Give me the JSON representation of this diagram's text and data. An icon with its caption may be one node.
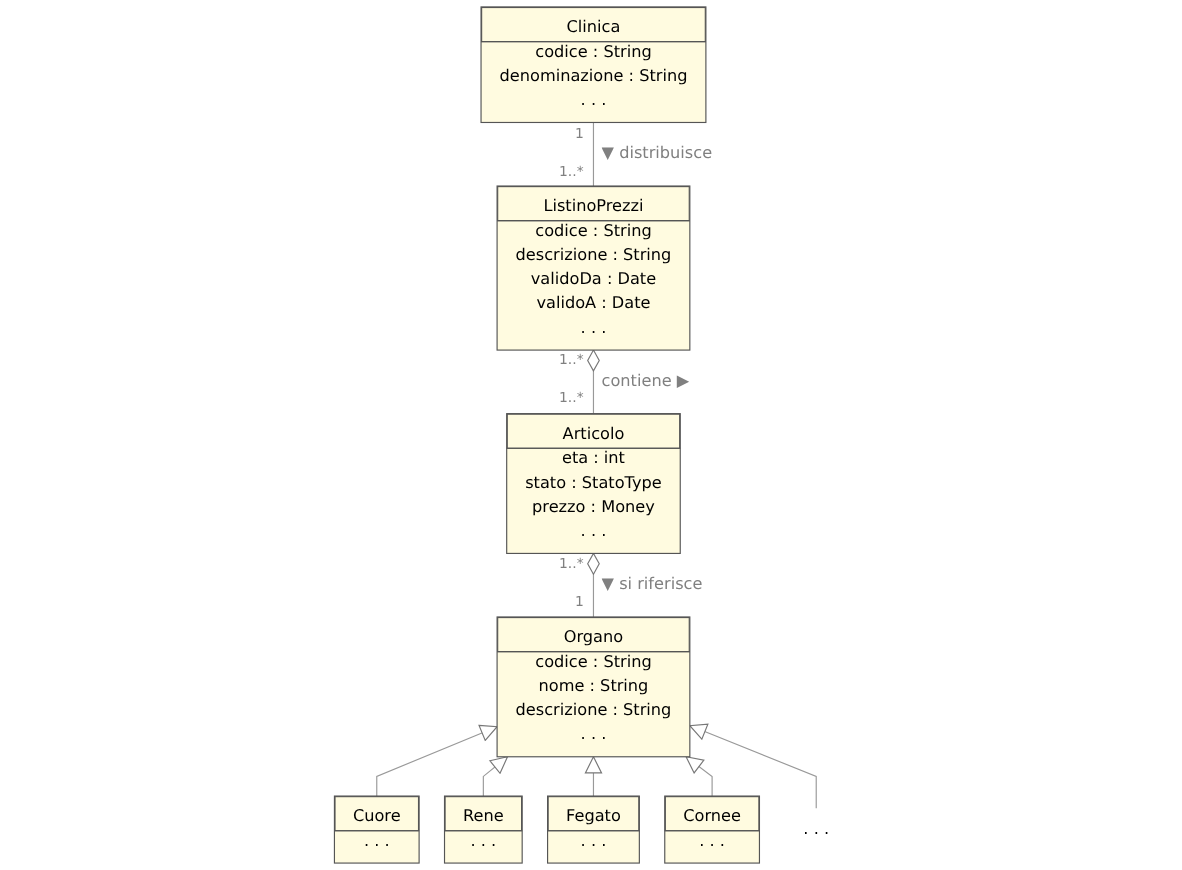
{
  "diagram": {
    "nodes": [
      {
        "text": [
          "Clinica",
          "codice : String",
          "denominazione : String",
          ". . ."
        ]
      },
      {
        "text": [
          "ListinoPrezzi",
          "codice : String",
          "descrizione : String",
          "validoDa : Date",
          "validoA : Date",
          ". . ."
        ]
      },
      {
        "text": [
          "Articolo",
          "eta : int",
          "stato : StatoType",
          "prezzo : Money",
          ". . ."
        ]
      },
      {
        "text": [
          "Organo",
          "codice : String",
          "nome : String",
          "descrizione : String",
          ". . ."
        ]
      },
      {
        "text": [
          "Cuore",
          ". . ."
        ]
      },
      {
        "text": [
          "Rene",
          ". . ."
        ]
      },
      {
        "text": [
          "Fegato",
          ". . ."
        ]
      },
      {
        "text": [
          "Cornee",
          ". . ."
        ]
      },
      {
        "text": [
          ". . ."
        ]
      }
    ],
    "edges": [
      {
        "from": 1,
        "to": 0,
        "arrow": "none",
        "label": "▼ distribuisce"
      },
      {
        "from": 2,
        "to": 1,
        "arrow": "other",
        "label": "contiene ▶"
      },
      {
        "from": 3,
        "to": 2,
        "arrow": "other",
        "label": "▼ si riferisce"
      },
      {
        "from": 4,
        "to": 3,
        "arrow": "to"
      },
      {
        "from": 5,
        "to": 3,
        "arrow": "to"
      },
      {
        "from": 6,
        "to": 3,
        "arrow": "to"
      },
      {
        "from": 7,
        "to": 3,
        "arrow": "to"
      },
      {
        "from": 8,
        "to": 3,
        "arrow": "to"
      }
    ],
    "labels": [
      "1",
      "1..*",
      "1..*",
      "1..*",
      "1..*",
      "1"
    ]
  }
}
